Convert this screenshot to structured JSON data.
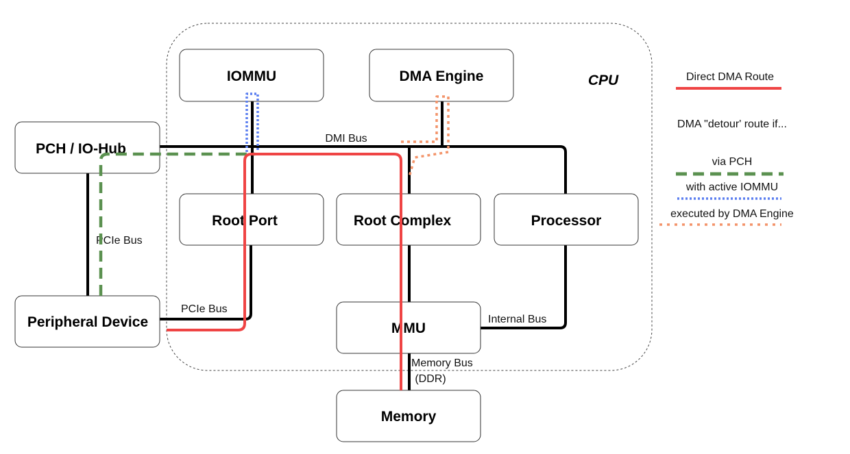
{
  "cpu": {
    "label": "CPU"
  },
  "boxes": {
    "iommu": "IOMMU",
    "dma_engine": "DMA Engine",
    "pch": "PCH / IO-Hub",
    "root_port": "Root Port",
    "root_complex": "Root Complex",
    "processor": "Processor",
    "peripheral": "Peripheral Device",
    "mmu": "MMU",
    "memory": "Memory"
  },
  "buses": {
    "dmi": "DMI Bus",
    "pcie_left": "PCIe Bus",
    "pcie_lower": "PCIe Bus",
    "internal": "Internal Bus",
    "memory_line1": "Memory Bus",
    "memory_line2": "(DDR)"
  },
  "legend": {
    "direct": "Direct DMA Route",
    "detour_heading": "DMA \"detour' route if...",
    "via_pch": "via PCH",
    "with_iommu": "with active IOMMU",
    "by_dma_engine": "executed by DMA Engine"
  },
  "colors": {
    "direct_route": "#ef4444",
    "pch_route": "#5b9150",
    "iommu_route": "#5b7ff0",
    "dma_engine_route": "#f3946a",
    "bus_line": "#000000"
  }
}
